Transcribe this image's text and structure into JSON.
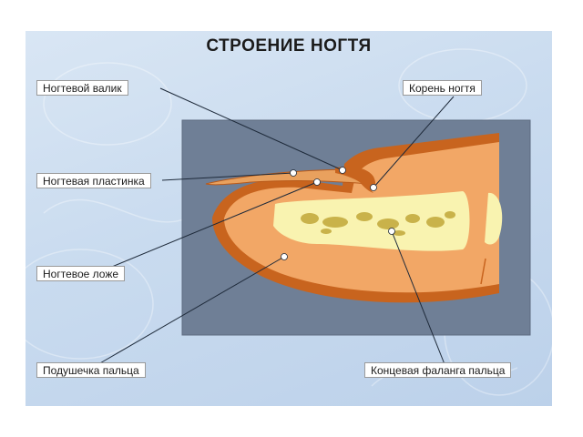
{
  "title": "СТРОЕНИЕ НОГТЯ",
  "labels": {
    "nail_fold": "Ногтевой валик",
    "nail_root": "Корень ногтя",
    "nail_plate": "Ногтевая пластинка",
    "nail_bed": "Ногтевое ложе",
    "finger_pad": "Подушечка пальца",
    "distal_phalanx": "Концевая фаланга пальца"
  },
  "colors": {
    "panel": "#6f7f96",
    "skin_outer": "#c8641e",
    "skin_inner": "#f2a766",
    "bone": "#f9f3b0",
    "marrow": "#c9b24a",
    "callout_line": "#1e2a3a"
  }
}
